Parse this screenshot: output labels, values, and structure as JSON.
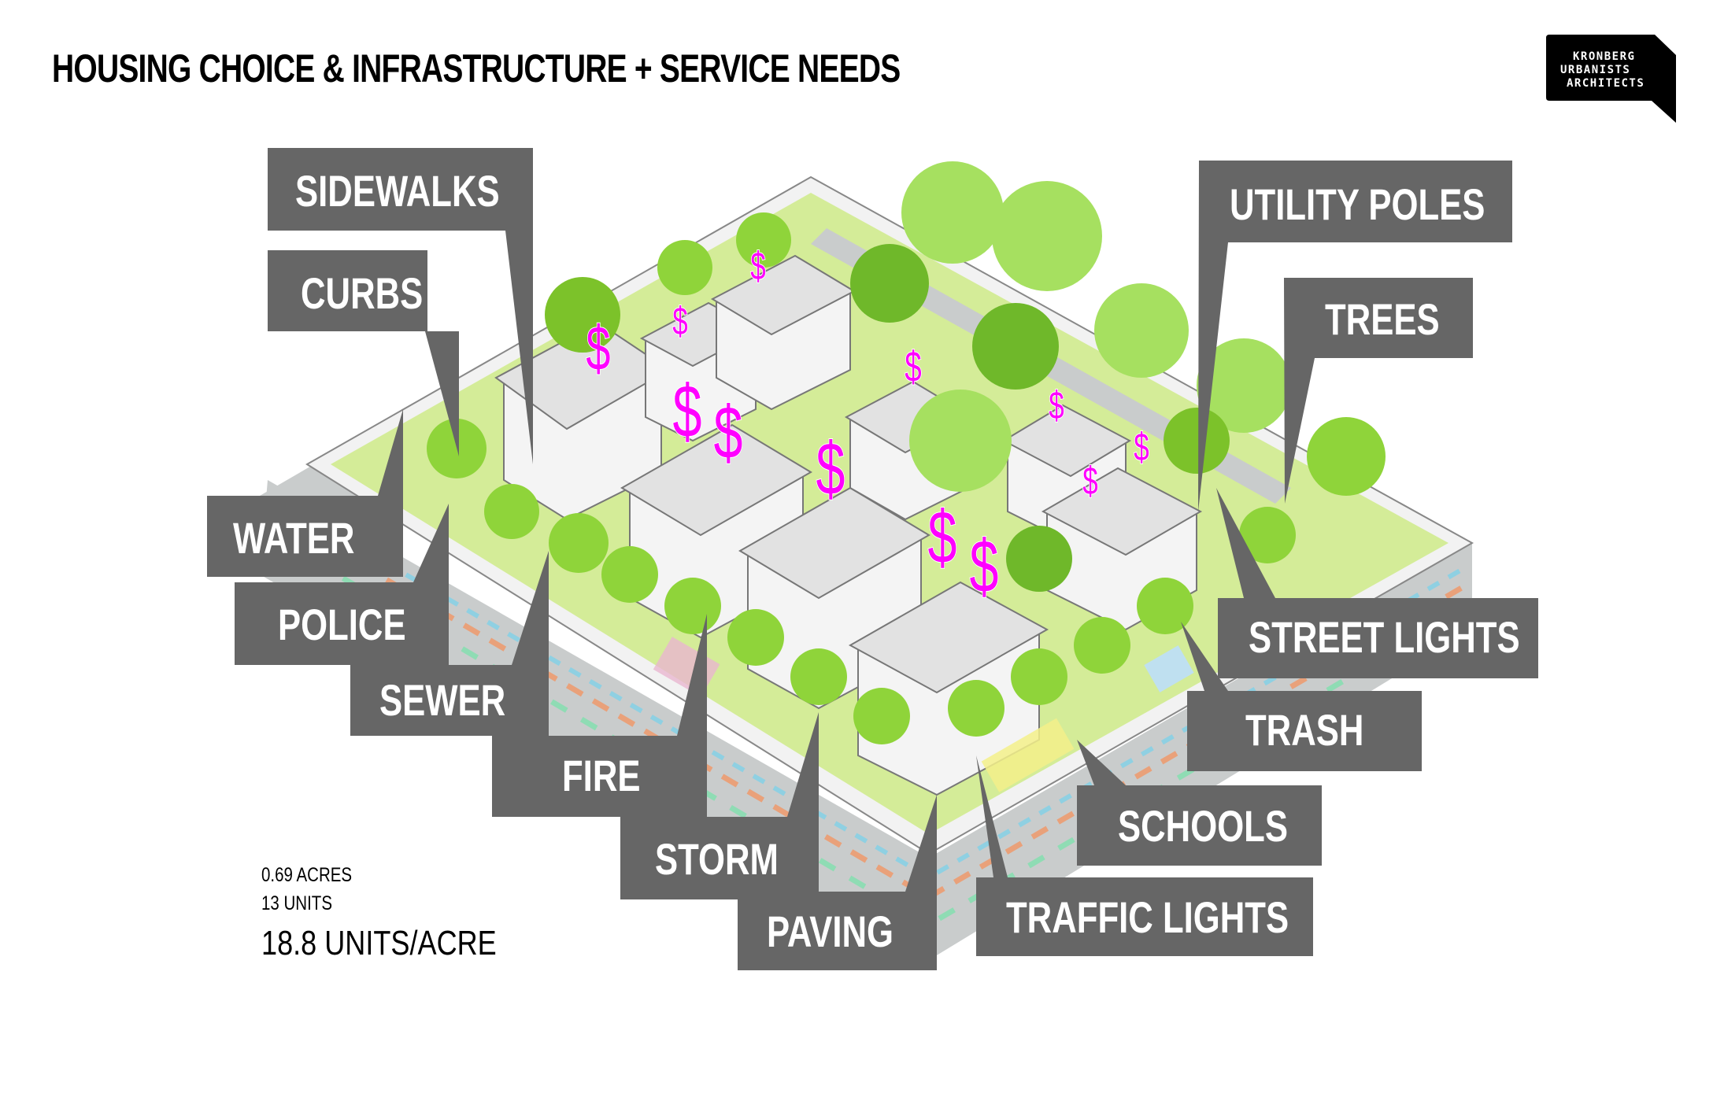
{
  "title": "HOUSING CHOICE & INFRASTRUCTURE + SERVICE NEEDS",
  "logo": {
    "lines": [
      "KRONBERG",
      "URBANISTS",
      "ARCHITECTS"
    ],
    "color": "#000000"
  },
  "colors": {
    "callout_box": "#666666",
    "callout_text": "#ffffff",
    "cost_marker": "#ff00ff",
    "tree_green": "#8fd43a",
    "lawn_green": "#d4ec98",
    "road_gray": "#c9cccc",
    "house_white": "#f4f4f4"
  },
  "callouts": {
    "sidewalks": "SIDEWALKS",
    "curbs": "CURBS",
    "water": "WATER",
    "police": "POLICE",
    "sewer": "SEWER",
    "fire": "FIRE",
    "storm": "STORM",
    "paving": "PAVING",
    "traffic_lights": "TRAFFIC LIGHTS",
    "schools": "SCHOOLS",
    "trash": "TRASH",
    "street_lights": "STREET LIGHTS",
    "trees": "TREES",
    "utility_poles": "UTILITY POLES"
  },
  "cost_markers": {
    "symbol": "$",
    "count": 13
  },
  "stats": {
    "acres": "0.69 ACRES",
    "units": "13 UNITS",
    "density": "18.8 UNITS/ACRE"
  }
}
